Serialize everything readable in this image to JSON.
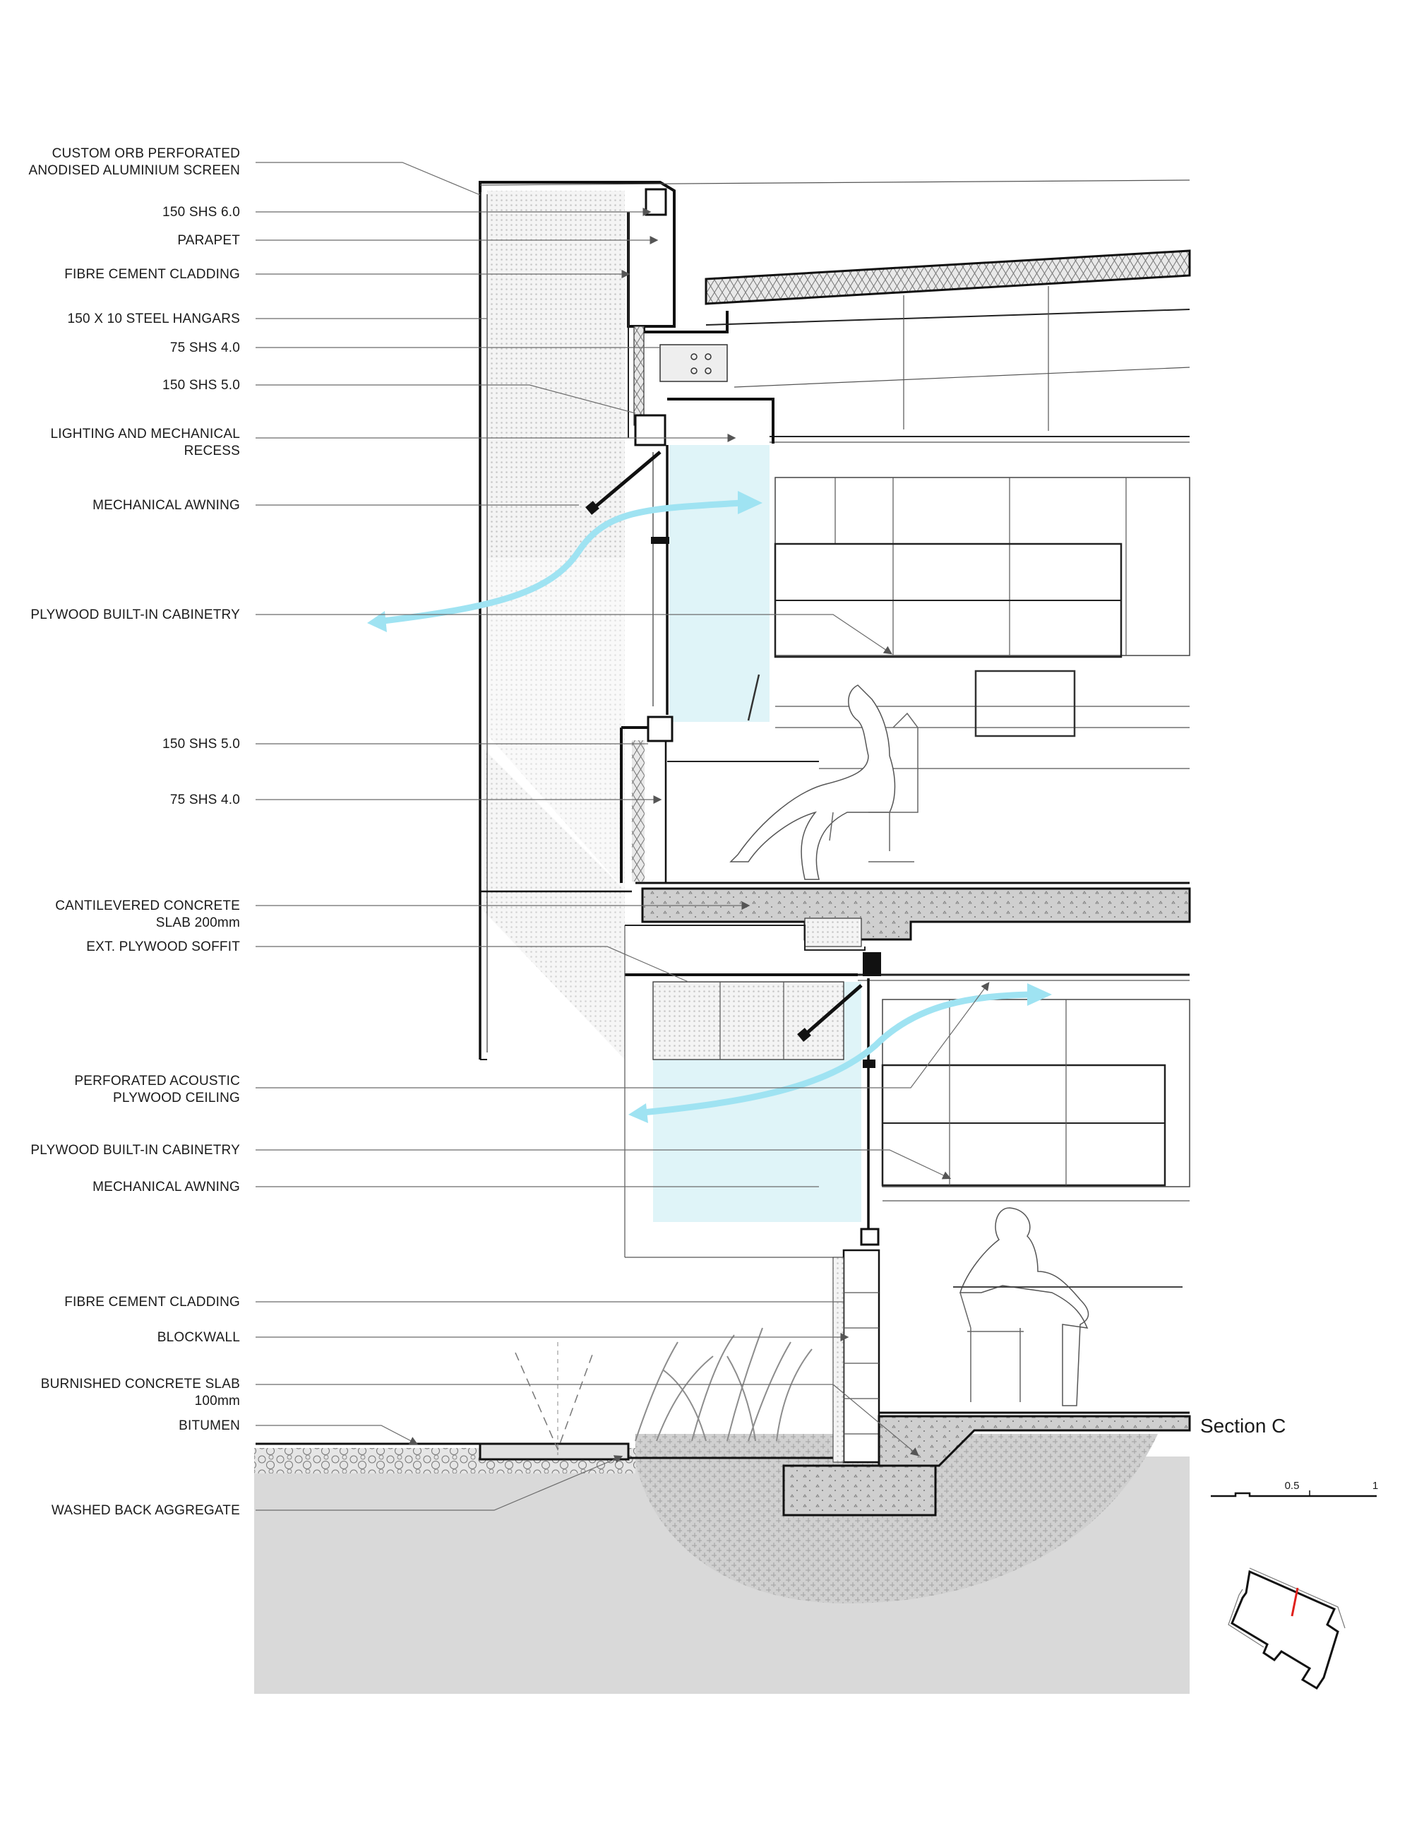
{
  "callouts": [
    {
      "text": "CUSTOM ORB PERFORATED\nANODISED ALUMINIUM SCREEN"
    },
    {
      "text": "150 SHS 6.0"
    },
    {
      "text": "PARAPET"
    },
    {
      "text": "FIBRE CEMENT CLADDING"
    },
    {
      "text": "150 X 10 STEEL HANGARS"
    },
    {
      "text": "75 SHS 4.0"
    },
    {
      "text": "150 SHS 5.0"
    },
    {
      "text": "LIGHTING AND MECHANICAL\nRECESS"
    },
    {
      "text": "MECHANICAL AWNING"
    },
    {
      "text": "PLYWOOD BUILT-IN CABINETRY"
    },
    {
      "text": "150 SHS 5.0"
    },
    {
      "text": "75 SHS 4.0"
    },
    {
      "text": "CANTILEVERED CONCRETE\nSLAB 200mm"
    },
    {
      "text": "EXT. PLYWOOD SOFFIT"
    },
    {
      "text": "PERFORATED ACOUSTIC\nPLYWOOD CEILING"
    },
    {
      "text": "PLYWOOD BUILT-IN CABINETRY"
    },
    {
      "text": "MECHANICAL AWNING"
    },
    {
      "text": "FIBRE CEMENT CLADDING"
    },
    {
      "text": "BLOCKWALL"
    },
    {
      "text": "BURNISHED CONCRETE SLAB\n100mm"
    },
    {
      "text": "BITUMEN"
    },
    {
      "text": "WASHED BACK AGGREGATE"
    }
  ],
  "section_title": "Section C",
  "scale_bar": {
    "mid_label": "0.5",
    "end_label": "1"
  },
  "colors": {
    "airflow": "#9fe3f2",
    "glazing": "#dff4f8",
    "concrete": "#cfcfcf",
    "ground": "#d9d9d9",
    "screen_hatch": "#e3e3e3",
    "key_cut": "#e0201c"
  }
}
